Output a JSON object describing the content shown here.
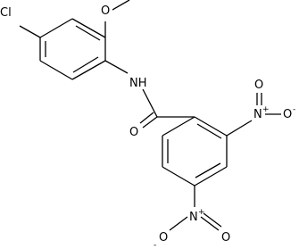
{
  "molecule": {
    "atoms": {
      "chlorine": "Cl",
      "methoxy_oxygen": "O",
      "amide_nitrogen": "NH",
      "carbonyl_oxygen": "O",
      "nitro_top": {
        "nitrogen": "N",
        "nitrogen_charge": "+",
        "oxygen_left": "O",
        "oxygen_right": "O",
        "oxygen_right_charge": "-"
      },
      "nitro_bottom": {
        "nitrogen": "N",
        "nitrogen_charge": "+",
        "oxygen_left": "O",
        "oxygen_left_charge": "-",
        "oxygen_right": "O"
      }
    }
  },
  "colors": {
    "bond": "#000000",
    "label": "#000000",
    "background": "#ffffff"
  }
}
